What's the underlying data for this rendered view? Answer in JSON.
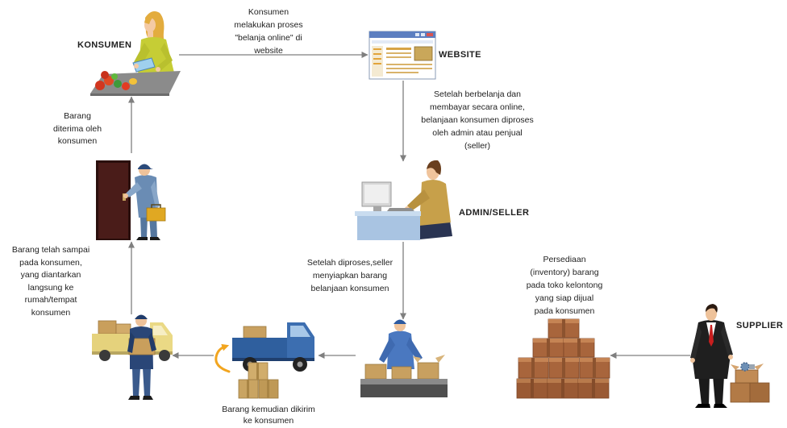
{
  "labels": {
    "konsumen": "KONSUMEN",
    "website": "WEBSITE",
    "admin_seller": "ADMIN/SELLER",
    "supplier": "SUPPLIER"
  },
  "captions": {
    "online_shopping": [
      "Konsumen",
      "melakukan proses",
      "\"belanja online\" di",
      "website"
    ],
    "order_processing": [
      "Setelah berbelanja dan",
      "membayar secara online,",
      "belanjaan konsumen diproses",
      "oleh admin atau penjual",
      "(seller)"
    ],
    "seller_prepares": [
      "Setelah diproses,seller",
      "menyiapkan barang",
      "belanjaan konsumen"
    ],
    "inventory": [
      "Persediaan",
      "(inventory) barang",
      "pada toko kelontong",
      "yang siap dijual",
      "pada konsumen"
    ],
    "shipping": [
      "Barang kemudian dikirim",
      "ke konsumen"
    ],
    "delivered": [
      "Barang telah sampai",
      "pada konsumen,",
      "yang diantarkan",
      "langsung ke",
      "rumah/tempat",
      "konsumen"
    ],
    "received": [
      "Barang",
      "diterima oleh",
      "konsumen"
    ]
  },
  "illustrations": {
    "konsumen": "shopper-at-counter-icon",
    "website": "browser-window-icon",
    "admin_seller": "seller-at-computer-icon",
    "packing": "packing-worker-icon",
    "inventory": "box-pile-icon",
    "supplier": "businessman-with-boxes-icon",
    "shipping": "blue-delivery-truck-icon",
    "courier": "courier-with-truck-icon",
    "doorstep": "door-delivery-icon"
  },
  "colors": {
    "background": "#ffffff",
    "text": "#1f1f1f",
    "arrow": "#7f7f7f",
    "curved_arrow": "#f2a51f"
  }
}
